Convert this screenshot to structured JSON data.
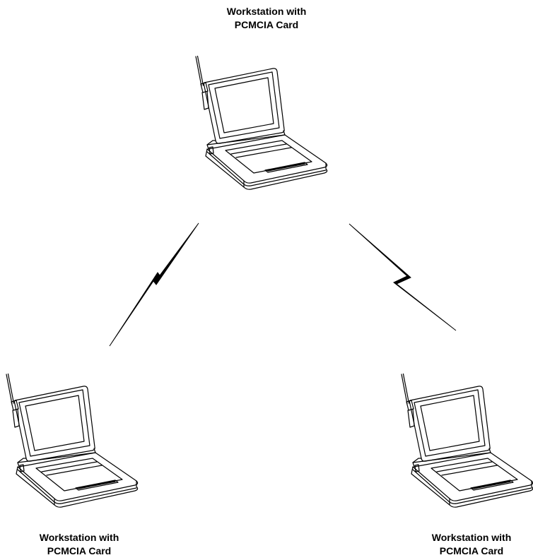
{
  "workstations": [
    {
      "line1": "Workstation with",
      "line2": "PCMCIA Card"
    },
    {
      "line1": "Workstation with",
      "line2": "PCMCIA Card"
    },
    {
      "line1": "Workstation with",
      "line2": "PCMCIA Card"
    }
  ],
  "colors": {
    "ink": "#000000",
    "background": "#ffffff"
  },
  "icons": {
    "laptop": "laptop-with-antenna-icon",
    "link": "wireless-lightning-icon"
  }
}
